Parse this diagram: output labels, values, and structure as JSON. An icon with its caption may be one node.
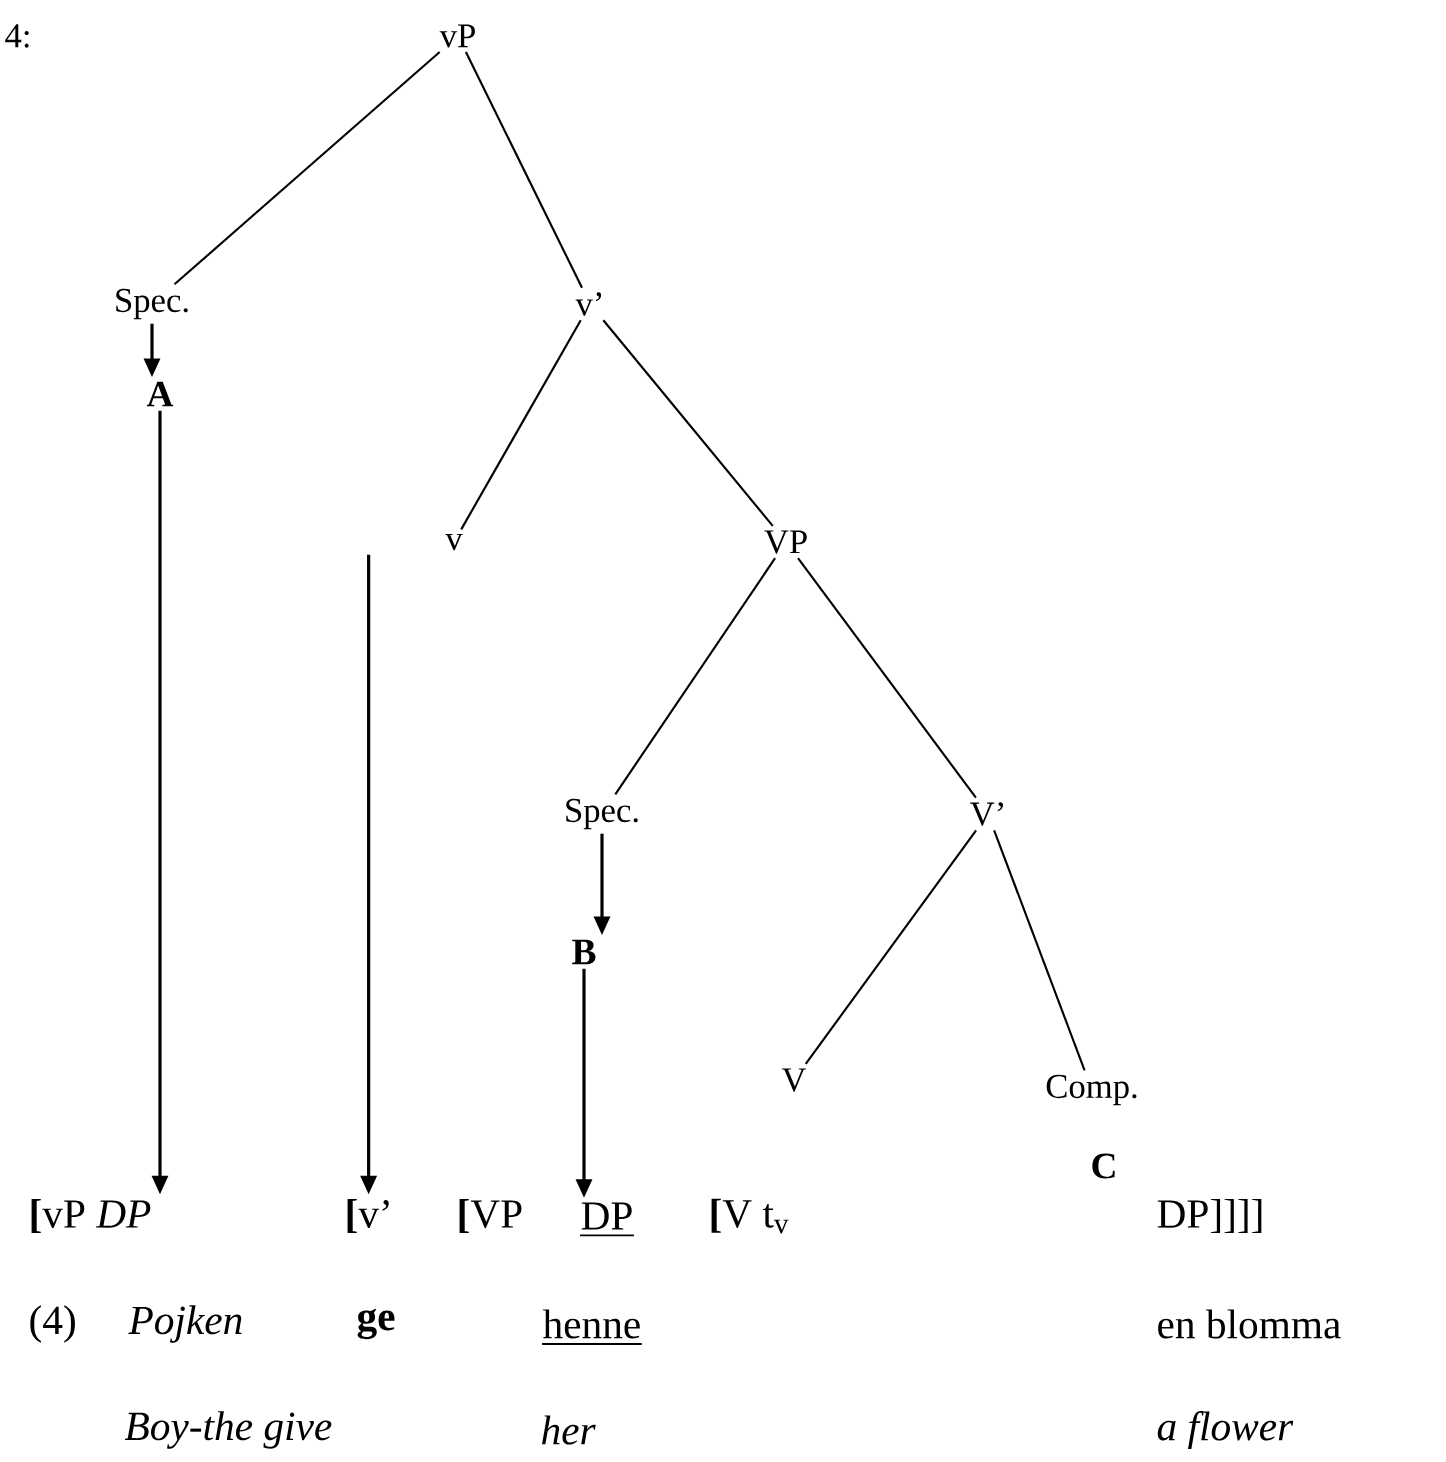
{
  "diagram": {
    "nodes": [
      {
        "text": [
          "vP"
        ]
      },
      {
        "text": [
          "Spec."
        ]
      },
      {
        "text": [
          "v’"
        ]
      },
      {
        "text": [
          "A"
        ]
      },
      {
        "text": [
          "v"
        ]
      },
      {
        "text": [
          "VP"
        ]
      },
      {
        "text": [
          "Spec."
        ]
      },
      {
        "text": [
          "V’"
        ]
      },
      {
        "text": [
          "B"
        ]
      },
      {
        "text": [
          "V"
        ]
      },
      {
        "text": [
          "Comp."
        ]
      },
      {
        "text": [
          "C"
        ]
      },
      {
        "text": [
          "**[**vP *DP*"
        ]
      },
      {
        "text": [
          "**[**v’"
        ]
      },
      {
        "text": [
          "DP"
        ]
      }
    ],
    "edges": [
      {
        "from": 0,
        "to": 1,
        "arrow": "none"
      },
      {
        "from": 0,
        "to": 2,
        "arrow": "none"
      },
      {
        "from": 2,
        "to": 4,
        "arrow": "none"
      },
      {
        "from": 2,
        "to": 5,
        "arrow": "none"
      },
      {
        "from": 5,
        "to": 6,
        "arrow": "none"
      },
      {
        "from": 5,
        "to": 7,
        "arrow": "none"
      },
      {
        "from": 7,
        "to": 9,
        "arrow": "none"
      },
      {
        "from": 7,
        "to": 10,
        "arrow": "none"
      },
      {
        "from": 1,
        "to": 3,
        "arrow": "to"
      },
      {
        "from": 3,
        "to": 12,
        "arrow": "to"
      },
      {
        "from": 4,
        "to": 13,
        "arrow": "to"
      },
      {
        "from": 6,
        "to": 8,
        "arrow": "to"
      },
      {
        "from": 8,
        "to": 14,
        "arrow": "to"
      }
    ],
    "labels": [
      "4:",
      "**[**VP",
      "**[**V t$_{v}$",
      "DP]]]]",
      "(4)",
      "Pojken",
      "ge",
      "henne",
      "en blomma",
      "Boy-the give",
      "her",
      "a flower"
    ]
  }
}
